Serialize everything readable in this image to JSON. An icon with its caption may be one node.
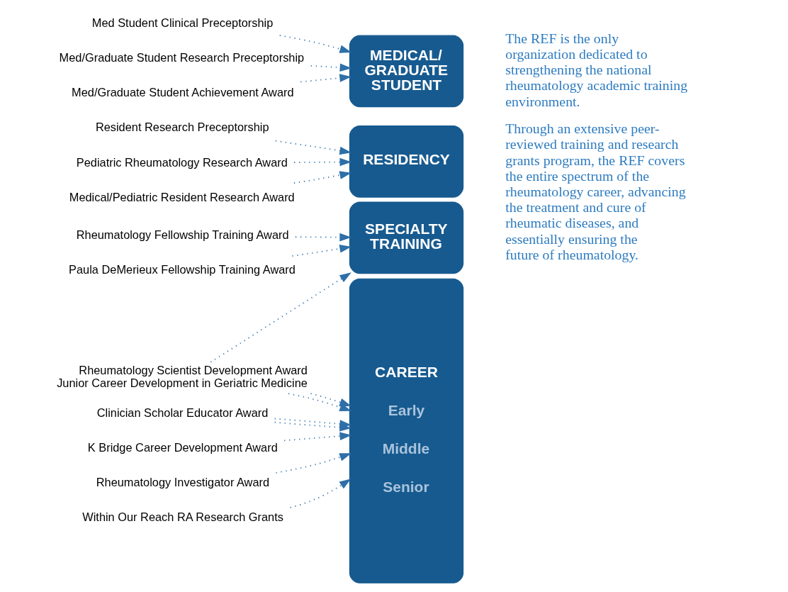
{
  "diagram": {
    "nodes": [
      {
        "text": [
          "Med Student Clinical Preceptorship"
        ]
      },
      {
        "text": [
          "Med/Graduate Student Research Preceptorship"
        ]
      },
      {
        "text": [
          "Med/Graduate Student Achievement Award"
        ]
      },
      {
        "text": [
          "MEDICAL/ GRADUATE STUDENT"
        ]
      },
      {
        "text": [
          "Resident Research Preceptorship"
        ]
      },
      {
        "text": [
          "Pediatric Rheumatology Research Award"
        ]
      },
      {
        "text": [
          "Medical/Pediatric Resident Research Award"
        ]
      },
      {
        "text": [
          "RESIDENCY"
        ]
      },
      {
        "text": [
          "Rheumatology Fellowship Training Award"
        ]
      },
      {
        "text": [
          "Paula DeMerieux Fellowship Training Award"
        ]
      },
      {
        "text": [
          "SPECIALTY TRAINING"
        ]
      },
      {
        "text": [
          "Rheumatology Scientist Development Award",
          "Junior Career Development in Geriatric Medicine"
        ]
      },
      {
        "text": [
          "CAREER",
          "Early",
          "Middle",
          "Senior"
        ]
      },
      {
        "text": [
          "Clinician Scholar Educator Award"
        ]
      },
      {
        "text": [
          "K Bridge Career Development Award"
        ]
      },
      {
        "text": [
          "Rheumatology Investigator Award"
        ]
      },
      {
        "text": [
          "Within Our Reach RA Research Grants"
        ]
      }
    ],
    "edges": [
      {
        "from": 0,
        "to": 3,
        "arrow": "to"
      },
      {
        "from": 1,
        "to": 3,
        "arrow": "to"
      },
      {
        "from": 2,
        "to": 3,
        "arrow": "to"
      },
      {
        "from": 4,
        "to": 7,
        "arrow": "to"
      },
      {
        "from": 5,
        "to": 7,
        "arrow": "to"
      },
      {
        "from": 6,
        "to": 7,
        "arrow": "to"
      },
      {
        "from": 8,
        "to": 10,
        "arrow": "to"
      },
      {
        "from": 9,
        "to": 10,
        "arrow": "to"
      },
      {
        "from": 11,
        "to": 10,
        "arrow": "to"
      },
      {
        "from": 11,
        "to": 12,
        "arrow": "to"
      },
      {
        "from": 11,
        "to": 12,
        "arrow": "to"
      },
      {
        "from": 13,
        "to": 12,
        "arrow": "to"
      },
      {
        "from": 13,
        "to": 12,
        "arrow": "to"
      },
      {
        "from": 14,
        "to": 12,
        "arrow": "to"
      },
      {
        "from": 15,
        "to": 12,
        "arrow": "to"
      },
      {
        "from": 16,
        "to": 12,
        "arrow": "to"
      }
    ],
    "labels": [
      "The REF is the only organization dedicated to strengthening the national rheumatology academic training environment.",
      "Through an extensive peer-reviewed training and research grants program, the REF covers the entire spectrum of the rheumatology career, advancing the treatment and cure of rheumatic diseases, and essentially ensuring the future of rheumatology."
    ]
  }
}
